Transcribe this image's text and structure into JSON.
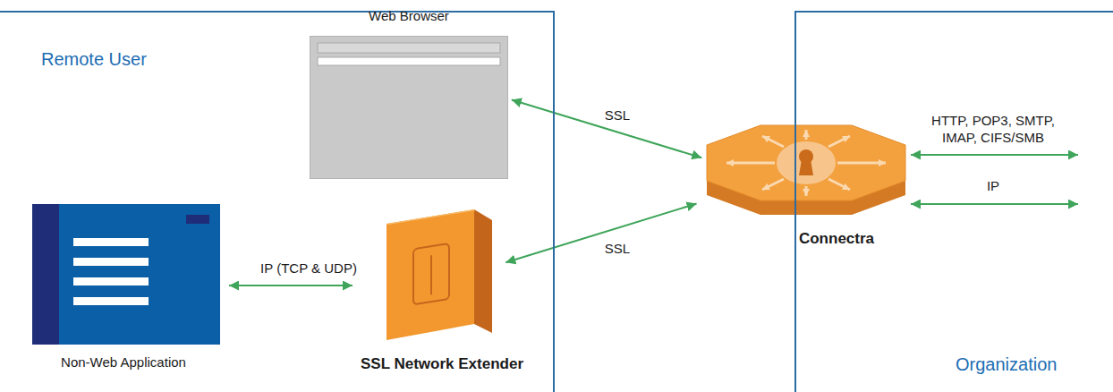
{
  "diagram": {
    "nodes": [
      {
        "text": [
          "Remote User"
        ]
      },
      {
        "text": [
          "Web Browser"
        ],
        "in": 0
      },
      {
        "text": [
          "Non-Web Application"
        ],
        "in": 0
      },
      {
        "text": [
          "SSL Network Extender"
        ],
        "in": 0
      },
      {
        "text": [
          "Connectra"
        ]
      },
      {
        "text": [
          "Organization"
        ]
      }
    ],
    "edges": [
      {
        "from": 1,
        "to": 4,
        "label": "SSL",
        "arrow": "both"
      },
      {
        "from": 3,
        "to": 4,
        "label": "SSL",
        "arrow": "both"
      },
      {
        "from": 2,
        "to": 3,
        "label": "IP (TCP & UDP)",
        "arrow": "both"
      },
      {
        "from": 4,
        "to": 5,
        "label": "HTTP, POP3, SMTP, IMAP, CIFS/SMB",
        "arrow": "both"
      },
      {
        "from": 4,
        "to": 5,
        "label": "IP",
        "arrow": "both"
      }
    ]
  }
}
